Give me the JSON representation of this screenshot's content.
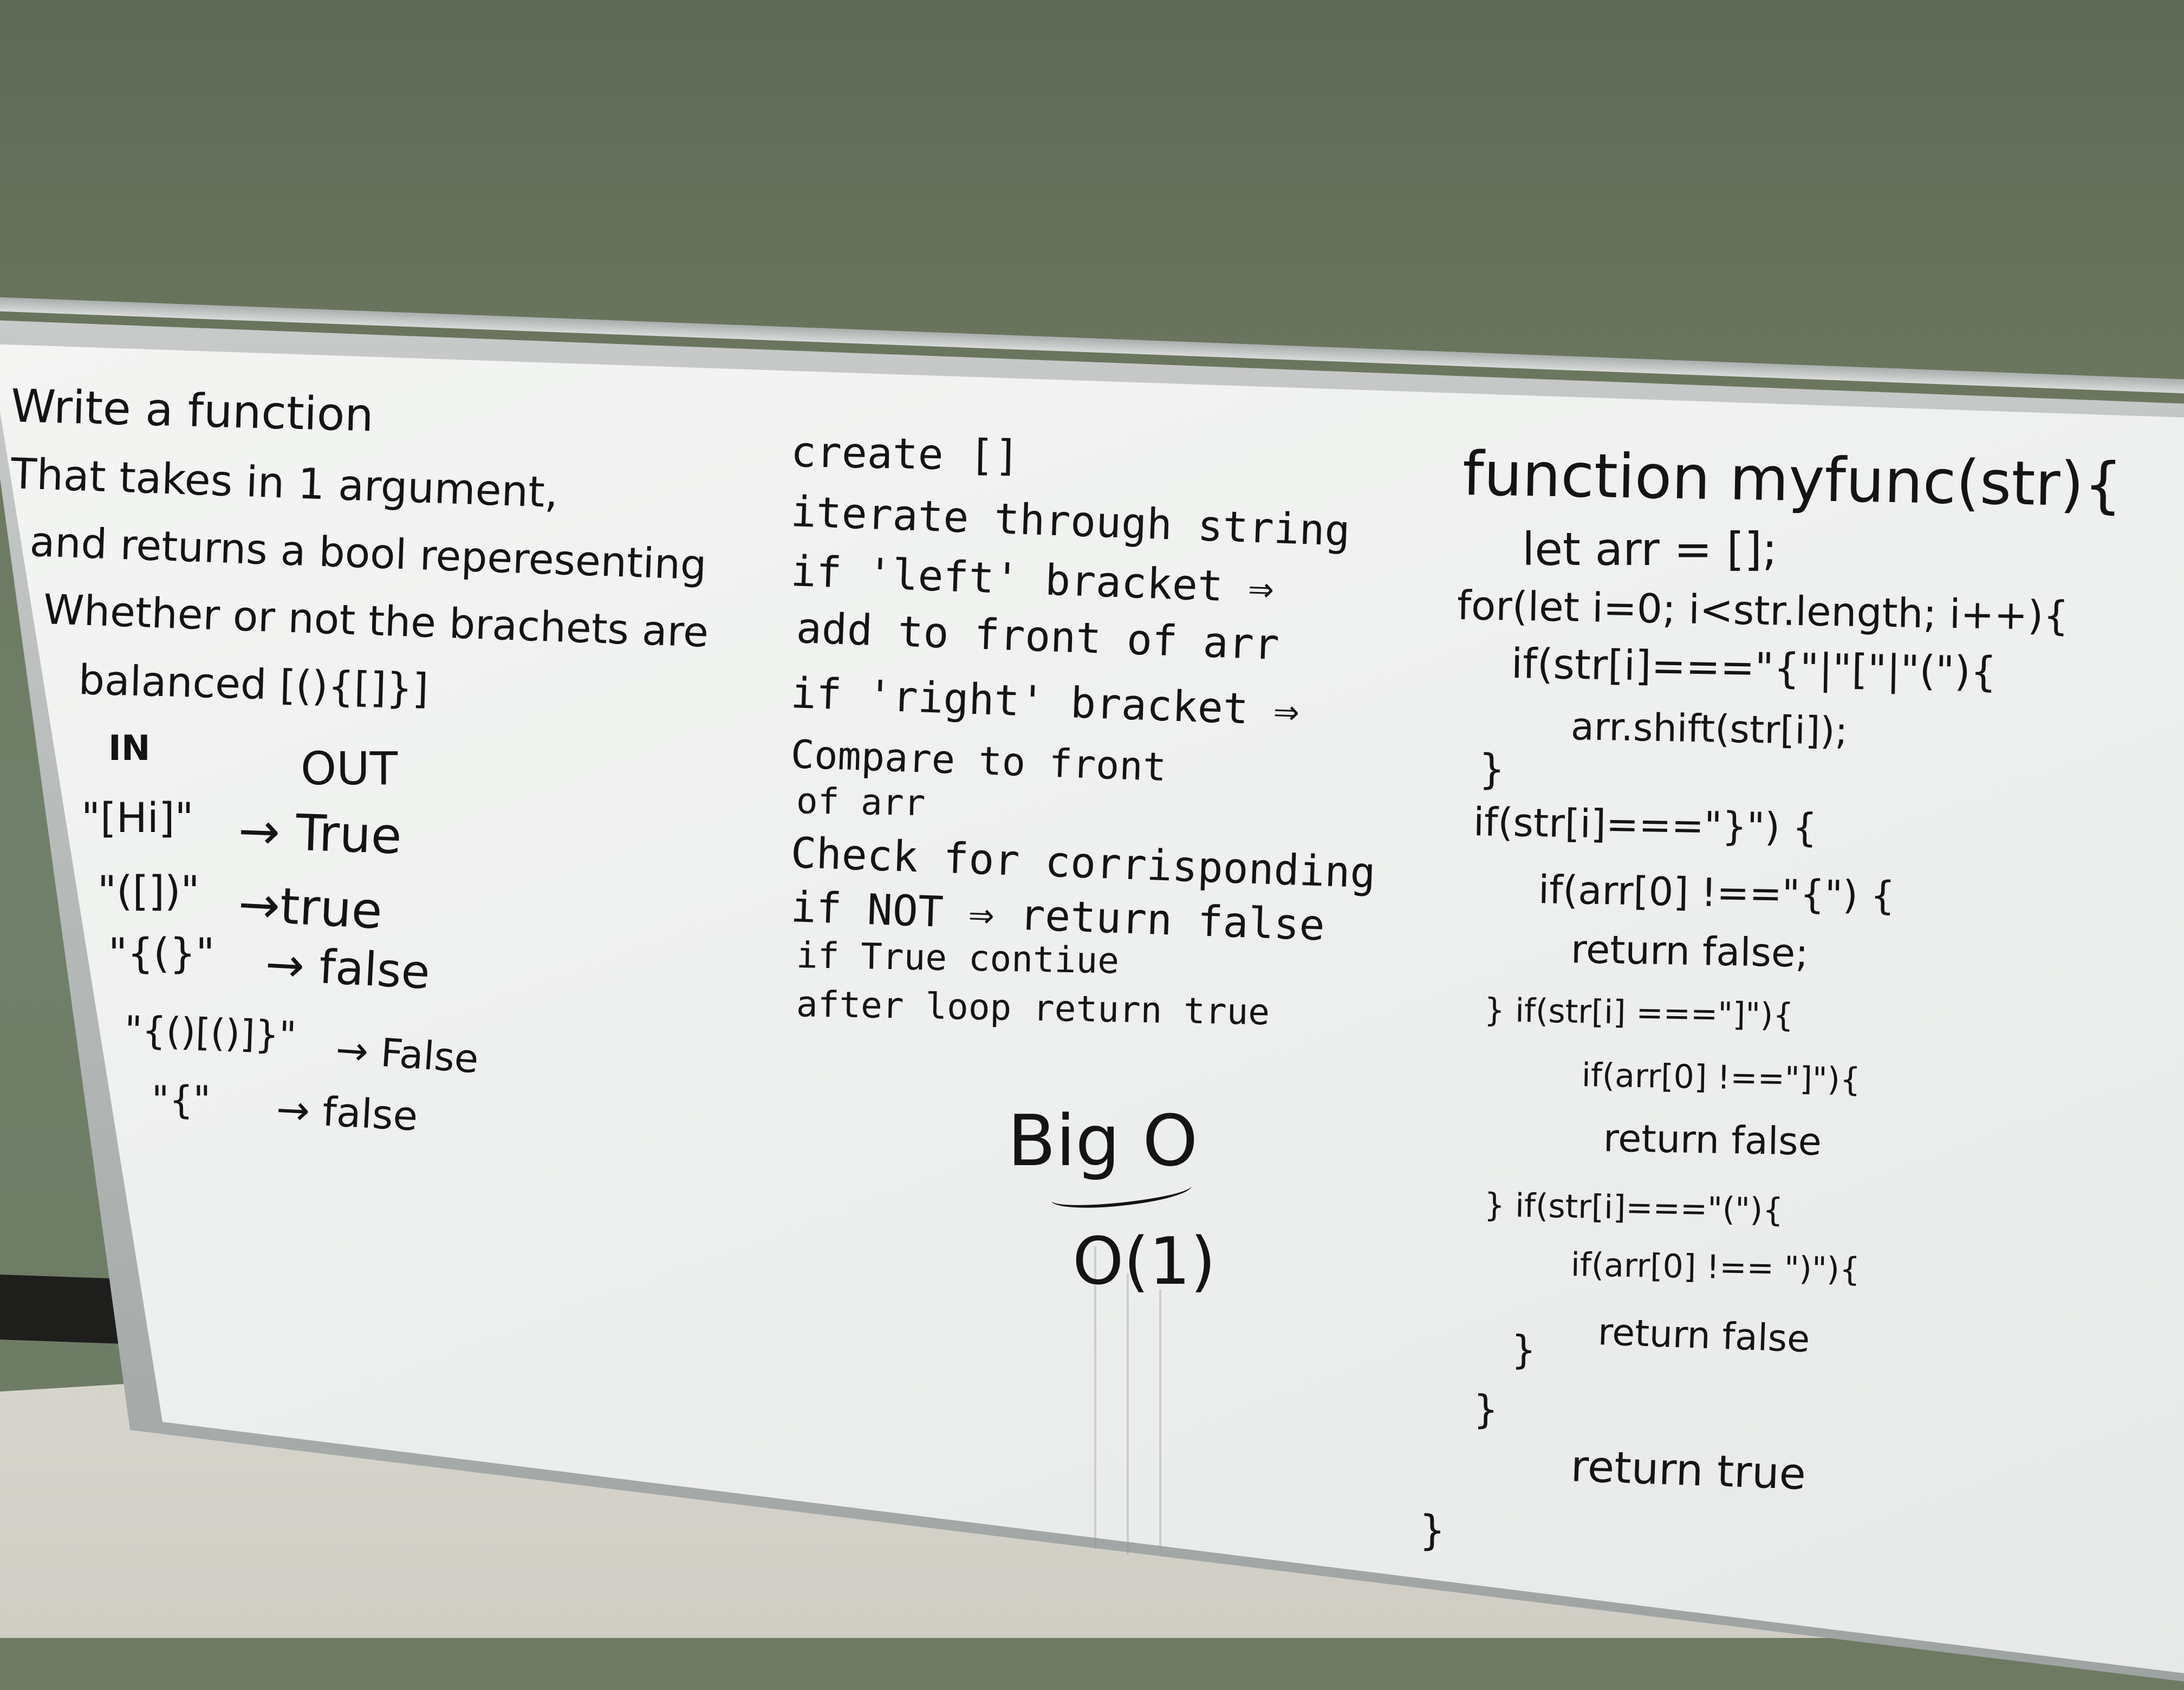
{
  "whiteboard": {
    "problem": {
      "lines": [
        "Write a function",
        "That takes in 1 argument,",
        "and returns a bool reperesenting",
        "Whether or not the brachets are",
        "balanced [(){[]}]"
      ],
      "table_header": {
        "in": "IN",
        "out": "OUT"
      },
      "examples": [
        {
          "input": "\"[Hi]\"",
          "output": "→ True"
        },
        {
          "input": "\"([])\"",
          "output": "→true"
        },
        {
          "input": "\"{(}\"",
          "output": "→ false"
        },
        {
          "input": "\"{()[()]}\"",
          "output": "→ False"
        },
        {
          "input": "\"{\"",
          "output": "→ false"
        }
      ]
    },
    "algorithm": {
      "lines": [
        "create []",
        "iterate through string",
        "if 'left' bracket ⇒",
        "add to front of arr",
        "if 'right' bracket ⇒",
        "Compare to front",
        "of arr",
        "Check for corrisponding",
        "if NOT ⇒ return false",
        "if True contiue",
        "after loop return true"
      ],
      "big_o_label": "Big O",
      "big_o_value": "O(1)"
    },
    "code": {
      "lines": [
        "function myfunc(str){",
        "let arr = [];",
        "for(let i=0; i<str.length; i++){",
        "if(str[i]===\"{\"|\"[\"|\"(\"){",
        "arr.shift(str[i]);",
        "}",
        "if(str[i]===\"}\") {",
        "if(arr[0] !==\"{\") {",
        "return false;",
        "} if(str[i] ===\"]\"){",
        "if(arr[0] !==\"]\"){",
        "return false",
        "} if(str[i]===\"(\"){",
        "if(arr[0] !== \")\"){",
        "return false",
        "}",
        "}",
        "return true",
        "}"
      ]
    }
  }
}
